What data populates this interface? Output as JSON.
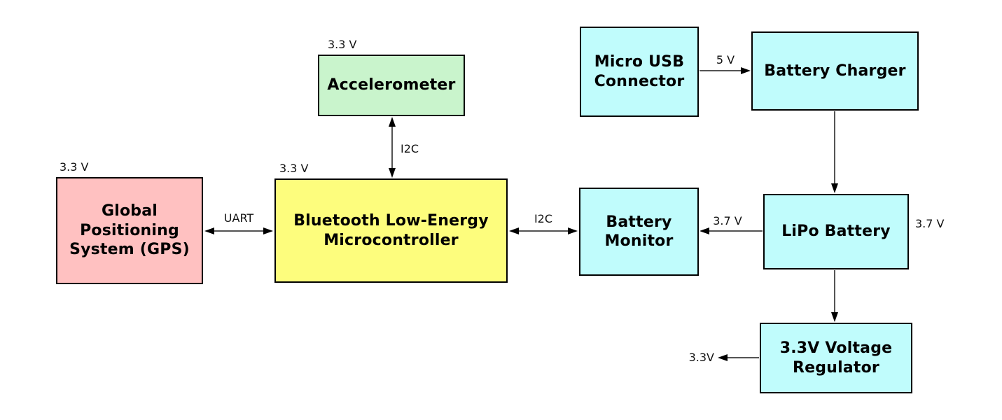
{
  "diagram": {
    "background_color": "#ffffff",
    "wire_color": "#1a1a1a",
    "box_border_color": "#000000",
    "nodes": {
      "accelerometer": {
        "label": "Accelerometer",
        "voltage": "3.3 V",
        "fill": "#c9f4cc"
      },
      "gps": {
        "label": "Global\nPositioning\nSystem (GPS)",
        "voltage": "3.3 V",
        "fill": "#ffc1c1"
      },
      "mcu": {
        "label": "Bluetooth Low-Energy\nMicrocontroller",
        "voltage": "3.3 V",
        "fill": "#fdfd7d"
      },
      "usb": {
        "label": "Micro USB\nConnector",
        "fill": "#c0fcfc"
      },
      "charger": {
        "label": "Battery Charger",
        "fill": "#c0fcfc"
      },
      "monitor": {
        "label": "Battery\nMonitor",
        "fill": "#c0fcfc"
      },
      "lipo": {
        "label": "LiPo Battery",
        "voltage": "3.7 V",
        "fill": "#c0fcfc"
      },
      "regulator": {
        "label": "3.3V Voltage\nRegulator",
        "fill": "#c0fcfc"
      }
    },
    "edges": {
      "gps_mcu": {
        "from": "gps",
        "to": "mcu",
        "label": "UART",
        "arrows": "both"
      },
      "accel_mcu": {
        "from": "accelerometer",
        "to": "mcu",
        "label": "I2C",
        "arrows": "both"
      },
      "mcu_monitor": {
        "from": "mcu",
        "to": "monitor",
        "label": "I2C",
        "arrows": "both"
      },
      "usb_charger": {
        "from": "usb",
        "to": "charger",
        "label": "5 V",
        "arrows": "to"
      },
      "charger_lipo": {
        "from": "charger",
        "to": "lipo",
        "label": "",
        "arrows": "to"
      },
      "lipo_monitor": {
        "from": "lipo",
        "to": "monitor",
        "label": "3.7 V",
        "arrows": "to"
      },
      "lipo_regulator": {
        "from": "lipo",
        "to": "regulator",
        "label": "",
        "arrows": "to"
      },
      "regulator_out": {
        "from": "regulator",
        "to": "output",
        "label": "3.3V",
        "arrows": "to"
      }
    }
  }
}
